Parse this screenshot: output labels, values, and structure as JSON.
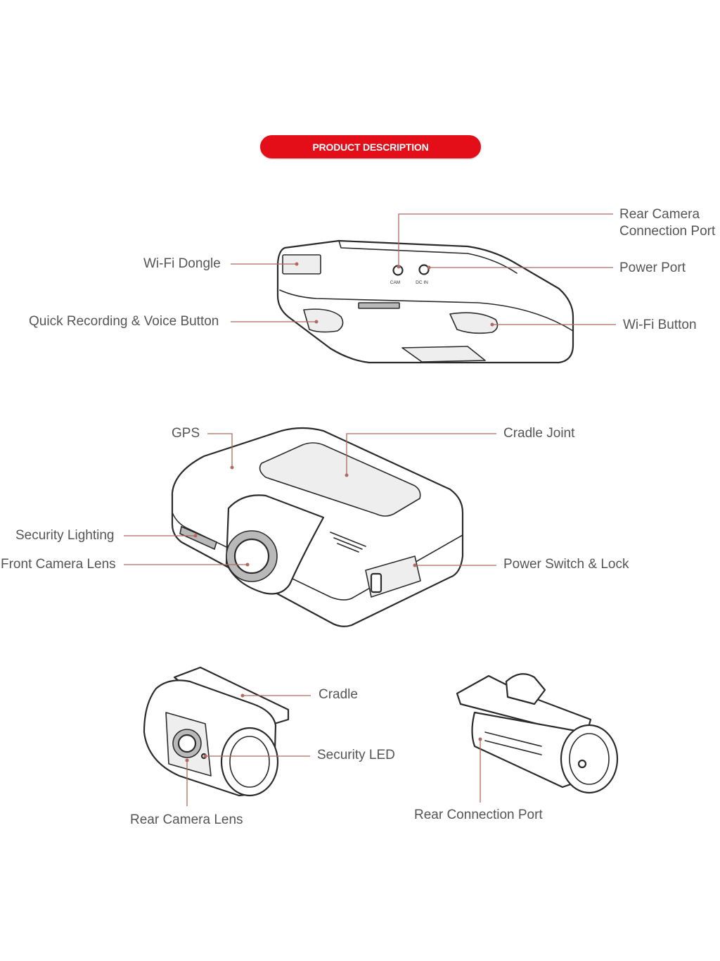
{
  "header": {
    "title": "PRODUCT DESCRIPTION"
  },
  "colors": {
    "accent": "#e30e18",
    "leader_line": "#b06a60",
    "label_text": "#555555",
    "outline": "#2b2b2b"
  },
  "main_unit_bottom": {
    "port_markings": {
      "cam": "CAM",
      "dc_in": "DC IN"
    },
    "labels": {
      "rear_camera_connection_port": "Rear Camera Connection Port",
      "wifi_dongle": "Wi-Fi Dongle",
      "power_port": "Power Port",
      "quick_recording_voice_button": "Quick Recording & Voice Button",
      "wifi_button": "Wi-Fi Button"
    }
  },
  "main_unit_top": {
    "labels": {
      "gps": "GPS",
      "cradle_joint": "Cradle Joint",
      "security_lighting": "Security Lighting",
      "front_camera_lens": "Front Camera Lens",
      "power_switch_lock": "Power Switch & Lock"
    }
  },
  "rear_camera": {
    "labels": {
      "cradle": "Cradle",
      "security_led": "Security LED",
      "rear_camera_lens": "Rear Camera Lens",
      "rear_connection_port": "Rear Connection Port"
    }
  }
}
